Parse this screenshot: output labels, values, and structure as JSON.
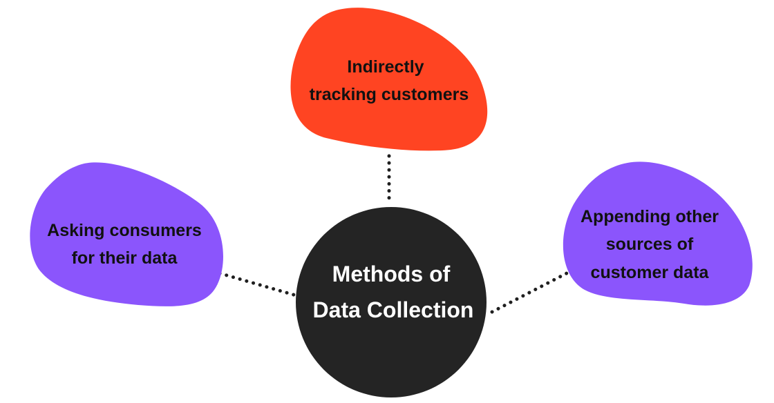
{
  "diagram": {
    "center": {
      "line1": "Methods of",
      "line2": "Data Collection",
      "color": "#242424"
    },
    "top_node": {
      "line1": "Indirectly",
      "line2": "tracking customers",
      "color": "#ff4422"
    },
    "left_node": {
      "line1": "Asking consumers",
      "line2": "for their data",
      "color": "#8b55fc"
    },
    "right_node": {
      "line1": "Appending other",
      "line2": "sources of",
      "line3": "customer data",
      "color": "#8b55fc"
    },
    "connector_color": "#1f1f1f"
  }
}
